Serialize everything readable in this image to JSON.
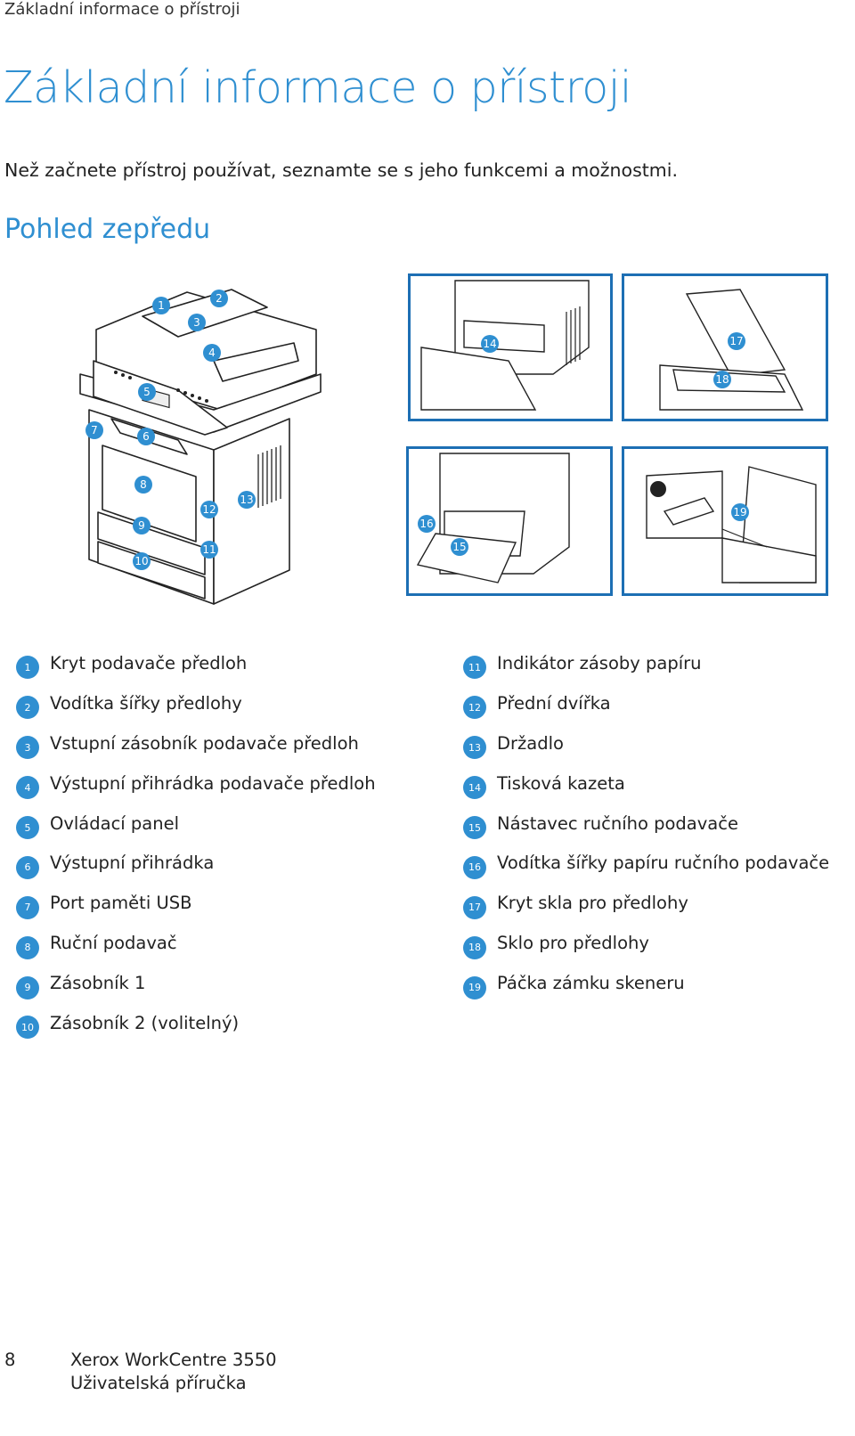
{
  "header": {
    "running_title": "Základní informace o přístroji"
  },
  "page_title": "Základní informace o přístroji",
  "intro": "Než začnete přístroj používat, seznamte se s jeho funkcemi a možnostmi.",
  "section_title": "Pohled zepředu",
  "figure_callouts": {
    "main": [
      "1",
      "2",
      "3",
      "4",
      "5",
      "6",
      "7",
      "8",
      "9",
      "10",
      "11",
      "12",
      "13"
    ],
    "panel_cartridge": [
      "14"
    ],
    "panel_glass": [
      "17",
      "18"
    ],
    "panel_bypass": [
      "16",
      "15"
    ],
    "panel_lock": [
      "19"
    ]
  },
  "legend_left": [
    {
      "num": "1",
      "label": "Kryt podavače předloh"
    },
    {
      "num": "2",
      "label": "Vodítka šířky předlohy"
    },
    {
      "num": "3",
      "label": "Vstupní zásobník podavače předloh"
    },
    {
      "num": "4",
      "label": "Výstupní přihrádka podavače předloh"
    },
    {
      "num": "5",
      "label": "Ovládací panel"
    },
    {
      "num": "6",
      "label": "Výstupní přihrádka"
    },
    {
      "num": "7",
      "label": "Port paměti USB"
    },
    {
      "num": "8",
      "label": "Ruční podavač"
    },
    {
      "num": "9",
      "label": "Zásobník 1"
    },
    {
      "num": "10",
      "label": "Zásobník 2 (volitelný)"
    }
  ],
  "legend_right": [
    {
      "num": "11",
      "label": "Indikátor zásoby papíru"
    },
    {
      "num": "12",
      "label": "Přední dvířka"
    },
    {
      "num": "13",
      "label": "Držadlo"
    },
    {
      "num": "14",
      "label": "Tisková kazeta"
    },
    {
      "num": "15",
      "label": "Nástavec ručního podavače"
    },
    {
      "num": "16",
      "label": "Vodítka šířky papíru ručního podavače"
    },
    {
      "num": "17",
      "label": "Kryt skla pro předlohy"
    },
    {
      "num": "18",
      "label": "Sklo pro předlohy"
    },
    {
      "num": "19",
      "label": "Páčka zámku skeneru"
    }
  ],
  "footer": {
    "page_number": "8",
    "product": "Xerox WorkCentre 3550",
    "guide": "Uživatelská příručka"
  },
  "colors": {
    "accent": "#2f8fd1",
    "panel_border": "#1d6fb4"
  }
}
